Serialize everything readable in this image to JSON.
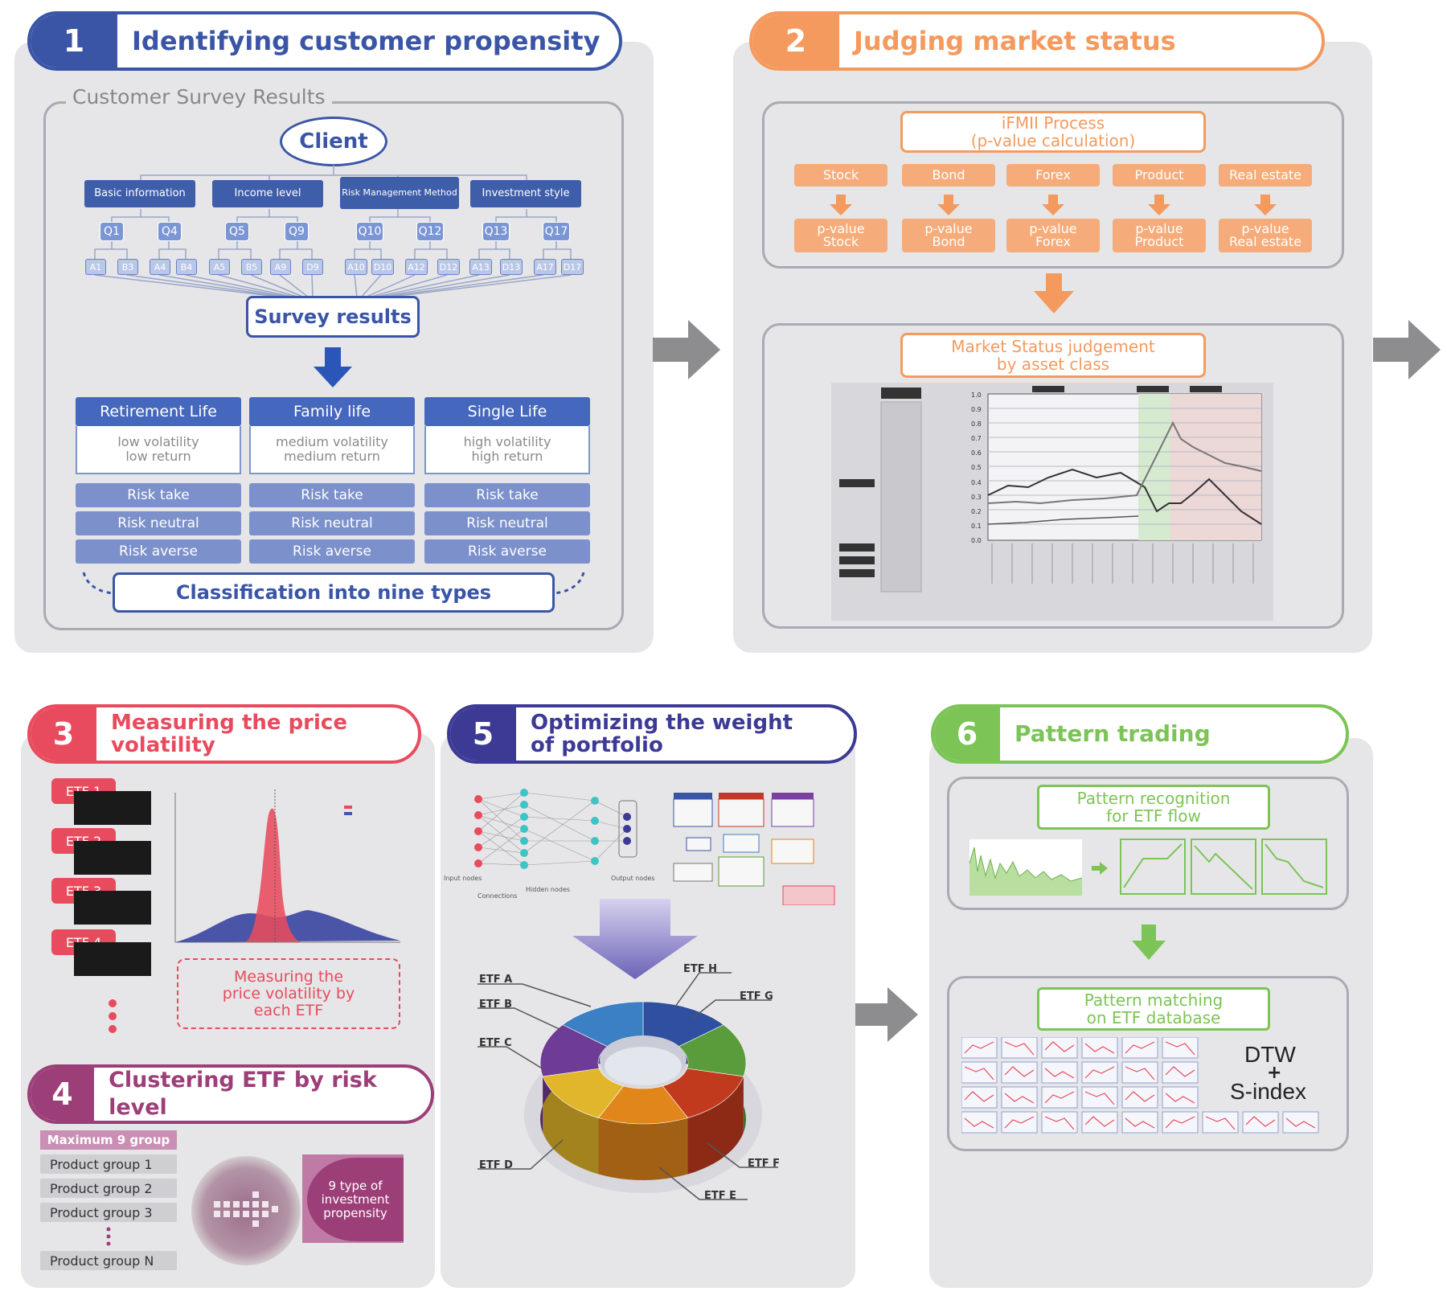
{
  "step1": {
    "num": "1",
    "title": "Identifying customer propensity",
    "survey_caption": "Customer Survey Results",
    "client": "Client",
    "categories": [
      "Basic information",
      "Income level",
      "Risk Management Method",
      "Investment style"
    ],
    "questions": [
      "Q1",
      "Q4",
      "Q5",
      "Q9",
      "Q10",
      "Q12",
      "Q13",
      "Q17"
    ],
    "answers": [
      "A1",
      "B3",
      "A4",
      "B4",
      "A5",
      "B5",
      "A9",
      "D9",
      "A10",
      "D10",
      "A12",
      "D12",
      "A13",
      "D13",
      "A17",
      "D17"
    ],
    "survey_results": "Survey results",
    "life_types": [
      {
        "name": "Retirement Life",
        "desc1": "low volatility",
        "desc2": "low return"
      },
      {
        "name": "Family life",
        "desc1": "medium volatility",
        "desc2": "medium return"
      },
      {
        "name": "Single Life",
        "desc1": "high volatility",
        "desc2": "high return"
      }
    ],
    "risk_levels": [
      "Risk take",
      "Risk neutral",
      "Risk averse"
    ],
    "classification": "Classification into nine types"
  },
  "step2": {
    "num": "2",
    "title": "Judging market status",
    "process_line1": "iFMII Process",
    "process_line2": "(p-value calculation)",
    "assets": [
      {
        "name": "Stock",
        "pv1": "p-value",
        "pv2": "Stock"
      },
      {
        "name": "Bond",
        "pv1": "p-value",
        "pv2": "Bond"
      },
      {
        "name": "Forex",
        "pv1": "p-value",
        "pv2": "Forex"
      },
      {
        "name": "Product",
        "pv1": "p-value",
        "pv2": "Product"
      },
      {
        "name": "Real estate",
        "pv1": "p-value",
        "pv2": "Real estate"
      }
    ],
    "judgement_line1": "Market Status judgement",
    "judgement_line2": "by asset class",
    "yticks": [
      "1.0",
      "0.9",
      "0.8",
      "0.7",
      "0.6",
      "0.5",
      "0.4",
      "0.3",
      "0.2",
      "0.1",
      "0.0"
    ]
  },
  "step3": {
    "num": "3",
    "title_line1": "Measuring the price",
    "title_line2": "volatility",
    "etfs": [
      "ETF 1",
      "ETF 2",
      "ETF 3",
      "ETF 4"
    ],
    "note_line1": "Measuring the",
    "note_line2": "price volatility by",
    "note_line3": "each ETF"
  },
  "step4": {
    "num": "4",
    "title": "Clustering ETF by risk level",
    "max_group": "Maximum 9 group",
    "groups": [
      "Product group 1",
      "Product group 2",
      "Product group 3"
    ],
    "group_n": "Product group N",
    "propensity_line1": "9 type of",
    "propensity_line2": "investment",
    "propensity_line3": "propensity"
  },
  "step5": {
    "num": "5",
    "title_line1": "Optimizing the weight",
    "title_line2": "of portfolio",
    "nn_labels": [
      "Input nodes",
      "Connections",
      "Hidden nodes",
      "Output nodes"
    ],
    "etf_labels": [
      "ETF A",
      "ETF B",
      "ETF C",
      "ETF D",
      "ETF E",
      "ETF F",
      "ETF G",
      "ETF H"
    ],
    "donut_colors": [
      "#2f4fa0",
      "#5a9c3c",
      "#c23a1e",
      "#e0861b",
      "#e2b62a",
      "#6e3c96",
      "#3b7fc4"
    ]
  },
  "step6": {
    "num": "6",
    "title": "Pattern trading",
    "recog_line1": "Pattern recognition",
    "recog_line2": "for ETF flow",
    "match_line1": "Pattern matching",
    "match_line2": "on ETF database",
    "dtw": "DTW",
    "plus": "+",
    "sindex": "S-index"
  },
  "colors": {
    "blue": "#3a55a6",
    "orange": "#f49a5e",
    "red": "#e84b5d",
    "purple": "#9c3f78",
    "indigo": "#3c3a94",
    "green": "#7cc456"
  }
}
